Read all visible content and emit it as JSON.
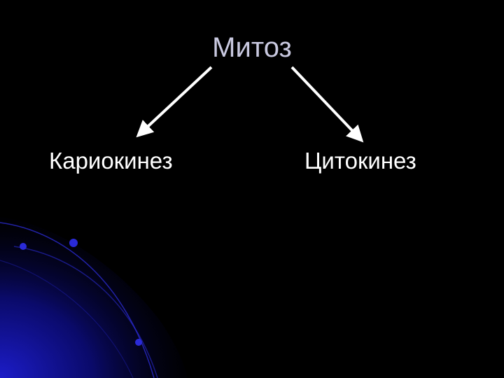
{
  "diagram": {
    "root": "Митоз",
    "children": [
      "Кариокинез",
      "Цитокинез"
    ]
  },
  "colors": {
    "background": "#000000",
    "title_text": "#c9c9e0",
    "node_text": "#ffffff",
    "arrow": "#ffffff",
    "decor_blue": "#1a1aa8"
  }
}
